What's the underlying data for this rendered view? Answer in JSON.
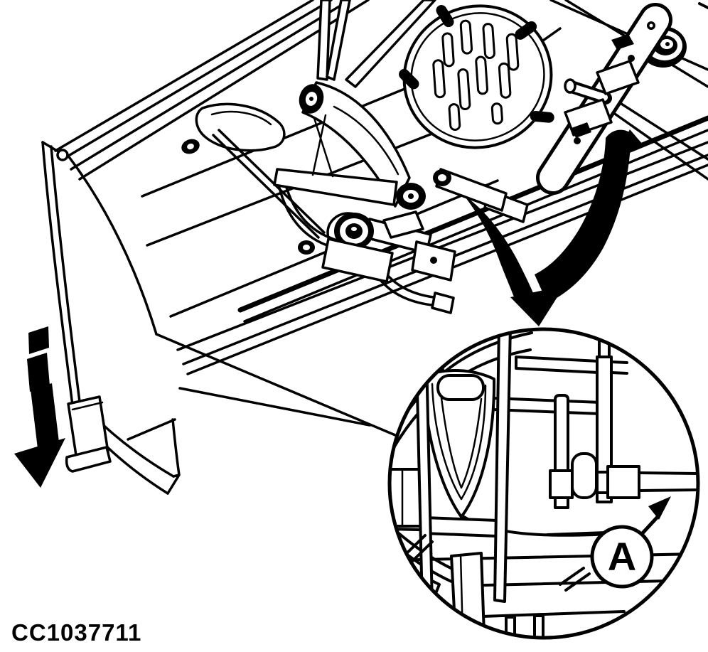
{
  "figure": {
    "caption": "CC1037711",
    "callout": {
      "label": "A"
    }
  },
  "icons": {
    "detail_pointer": "curved-split-down-arrow",
    "motion_arrow": "dashed-down-left-arrow",
    "callout_pointer": "up-right-arrow",
    "detail_view": "magnifier-detail-circle"
  },
  "colors": {
    "ink": "#000000",
    "paper": "#ffffff"
  }
}
